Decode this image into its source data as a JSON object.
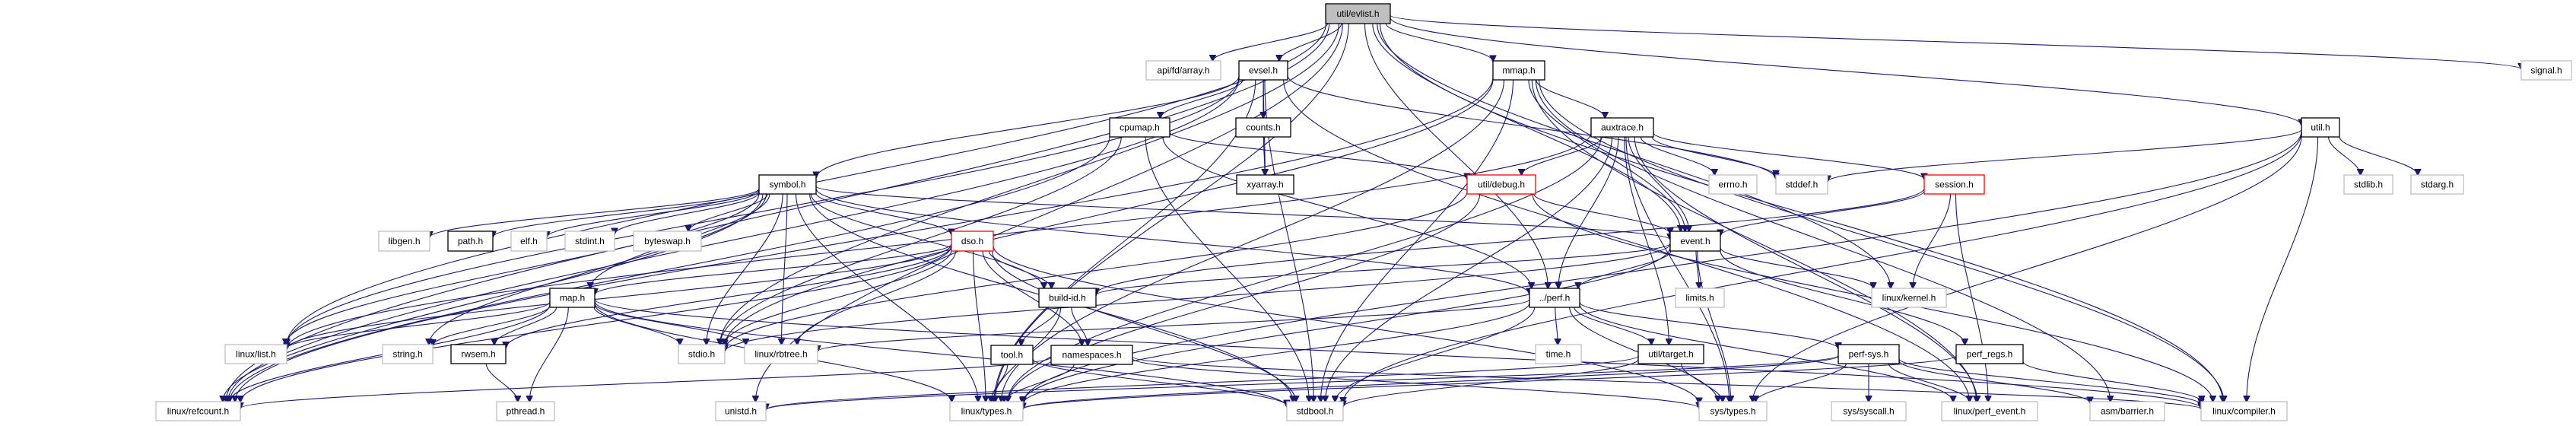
{
  "graph": {
    "title": "util/evlist.h",
    "type": "include-dependency-graph",
    "colors": {
      "edge": "#191970",
      "root_fill": "#bfbfbf",
      "documented_border": "#000000",
      "undocumented_border": "#bfbfbf",
      "truncated_border": "#ff0000"
    },
    "nodes": [
      {
        "id": "evlist",
        "label": "util/evlist.h",
        "kind": "root"
      },
      {
        "id": "fdarray",
        "label": "api/fd/array.h",
        "kind": "external"
      },
      {
        "id": "evsel",
        "label": "evsel.h",
        "kind": "documented"
      },
      {
        "id": "mmap",
        "label": "mmap.h",
        "kind": "documented"
      },
      {
        "id": "signal",
        "label": "signal.h",
        "kind": "external"
      },
      {
        "id": "cpumap",
        "label": "cpumap.h",
        "kind": "documented"
      },
      {
        "id": "counts",
        "label": "counts.h",
        "kind": "documented"
      },
      {
        "id": "auxtrace",
        "label": "auxtrace.h",
        "kind": "documented"
      },
      {
        "id": "util",
        "label": "util.h",
        "kind": "documented"
      },
      {
        "id": "symbol",
        "label": "symbol.h",
        "kind": "documented"
      },
      {
        "id": "xyarray",
        "label": "xyarray.h",
        "kind": "documented"
      },
      {
        "id": "debug",
        "label": "util/debug.h",
        "kind": "truncated"
      },
      {
        "id": "errno",
        "label": "errno.h",
        "kind": "external"
      },
      {
        "id": "stddef",
        "label": "stddef.h",
        "kind": "external"
      },
      {
        "id": "session",
        "label": "session.h",
        "kind": "truncated"
      },
      {
        "id": "stdlib",
        "label": "stdlib.h",
        "kind": "external"
      },
      {
        "id": "stdarg",
        "label": "stdarg.h",
        "kind": "external"
      },
      {
        "id": "libgen",
        "label": "libgen.h",
        "kind": "external"
      },
      {
        "id": "path",
        "label": "path.h",
        "kind": "documented"
      },
      {
        "id": "elf",
        "label": "elf.h",
        "kind": "external"
      },
      {
        "id": "stdint",
        "label": "stdint.h",
        "kind": "external"
      },
      {
        "id": "byteswap",
        "label": "byteswap.h",
        "kind": "external"
      },
      {
        "id": "dso",
        "label": "dso.h",
        "kind": "truncated"
      },
      {
        "id": "event",
        "label": "event.h",
        "kind": "documented"
      },
      {
        "id": "map",
        "label": "map.h",
        "kind": "documented"
      },
      {
        "id": "buildid",
        "label": "build-id.h",
        "kind": "documented"
      },
      {
        "id": "perf",
        "label": "../perf.h",
        "kind": "documented"
      },
      {
        "id": "limits",
        "label": "limits.h",
        "kind": "external"
      },
      {
        "id": "kernel",
        "label": "linux/kernel.h",
        "kind": "external"
      },
      {
        "id": "list",
        "label": "linux/list.h",
        "kind": "external"
      },
      {
        "id": "string",
        "label": "string.h",
        "kind": "external"
      },
      {
        "id": "rwsem",
        "label": "rwsem.h",
        "kind": "documented"
      },
      {
        "id": "stdio",
        "label": "stdio.h",
        "kind": "external"
      },
      {
        "id": "rbtree",
        "label": "linux/rbtree.h",
        "kind": "external"
      },
      {
        "id": "tool",
        "label": "tool.h",
        "kind": "documented"
      },
      {
        "id": "namespaces",
        "label": "namespaces.h",
        "kind": "documented"
      },
      {
        "id": "time",
        "label": "time.h",
        "kind": "external"
      },
      {
        "id": "target",
        "label": "util/target.h",
        "kind": "documented"
      },
      {
        "id": "perfsys",
        "label": "perf-sys.h",
        "kind": "documented"
      },
      {
        "id": "perfregs",
        "label": "perf_regs.h",
        "kind": "documented"
      },
      {
        "id": "refcount",
        "label": "linux/refcount.h",
        "kind": "external"
      },
      {
        "id": "pthread",
        "label": "pthread.h",
        "kind": "external"
      },
      {
        "id": "unistd",
        "label": "unistd.h",
        "kind": "external"
      },
      {
        "id": "types",
        "label": "linux/types.h",
        "kind": "external"
      },
      {
        "id": "stdbool",
        "label": "stdbool.h",
        "kind": "external"
      },
      {
        "id": "systypes",
        "label": "sys/types.h",
        "kind": "external"
      },
      {
        "id": "syscall",
        "label": "sys/syscall.h",
        "kind": "external"
      },
      {
        "id": "perfevent",
        "label": "linux/perf_event.h",
        "kind": "external"
      },
      {
        "id": "barrier",
        "label": "asm/barrier.h",
        "kind": "external"
      },
      {
        "id": "compiler",
        "label": "linux/compiler.h",
        "kind": "external"
      }
    ],
    "edges": [
      [
        "evlist",
        "fdarray"
      ],
      [
        "evlist",
        "evsel"
      ],
      [
        "evlist",
        "mmap"
      ],
      [
        "evlist",
        "signal"
      ],
      [
        "evlist",
        "util"
      ],
      [
        "evlist",
        "list"
      ],
      [
        "evlist",
        "refcount"
      ],
      [
        "evlist",
        "stdio"
      ],
      [
        "evlist",
        "perf"
      ],
      [
        "evlist",
        "event"
      ],
      [
        "evlist",
        "kernel"
      ],
      [
        "evlist",
        "compiler"
      ],
      [
        "evlist",
        "unistd"
      ],
      [
        "evlist",
        "types"
      ],
      [
        "evsel",
        "cpumap"
      ],
      [
        "evsel",
        "counts"
      ],
      [
        "evsel",
        "xyarray"
      ],
      [
        "evsel",
        "symbol"
      ],
      [
        "evsel",
        "stdbool"
      ],
      [
        "evsel",
        "stddef"
      ],
      [
        "evsel",
        "perfevent"
      ],
      [
        "evsel",
        "types"
      ],
      [
        "evsel",
        "list"
      ],
      [
        "evsel",
        "refcount"
      ],
      [
        "mmap",
        "auxtrace"
      ],
      [
        "mmap",
        "event"
      ],
      [
        "mmap",
        "stdbool"
      ],
      [
        "mmap",
        "types"
      ],
      [
        "mmap",
        "compiler"
      ],
      [
        "mmap",
        "barrier"
      ],
      [
        "mmap",
        "refcount"
      ],
      [
        "mmap",
        "perfevent"
      ],
      [
        "mmap",
        "stdio"
      ],
      [
        "cpumap",
        "debug"
      ],
      [
        "cpumap",
        "stdio"
      ],
      [
        "cpumap",
        "stdbool"
      ],
      [
        "cpumap",
        "perf"
      ],
      [
        "cpumap",
        "refcount"
      ],
      [
        "counts",
        "xyarray"
      ],
      [
        "auxtrace",
        "debug"
      ],
      [
        "auxtrace",
        "errno"
      ],
      [
        "auxtrace",
        "stddef"
      ],
      [
        "auxtrace",
        "session"
      ],
      [
        "auxtrace",
        "event"
      ],
      [
        "auxtrace",
        "perf"
      ],
      [
        "auxtrace",
        "stdbool"
      ],
      [
        "auxtrace",
        "types"
      ],
      [
        "auxtrace",
        "perfevent"
      ],
      [
        "auxtrace",
        "list"
      ],
      [
        "auxtrace",
        "target"
      ],
      [
        "auxtrace",
        "systypes"
      ],
      [
        "util",
        "stddef"
      ],
      [
        "util",
        "stdlib"
      ],
      [
        "util",
        "stdarg"
      ],
      [
        "util",
        "compiler"
      ],
      [
        "util",
        "types"
      ],
      [
        "util",
        "stdbool"
      ],
      [
        "util",
        "systypes"
      ],
      [
        "symbol",
        "libgen"
      ],
      [
        "symbol",
        "path"
      ],
      [
        "symbol",
        "elf"
      ],
      [
        "symbol",
        "stdint"
      ],
      [
        "symbol",
        "byteswap"
      ],
      [
        "symbol",
        "dso"
      ],
      [
        "symbol",
        "map"
      ],
      [
        "symbol",
        "buildid"
      ],
      [
        "symbol",
        "event"
      ],
      [
        "symbol",
        "list"
      ],
      [
        "symbol",
        "rbtree"
      ],
      [
        "symbol",
        "stdio"
      ],
      [
        "symbol",
        "string"
      ],
      [
        "symbol",
        "types"
      ],
      [
        "symbol",
        "stdbool"
      ],
      [
        "symbol",
        "refcount"
      ],
      [
        "symbol",
        "perf"
      ],
      [
        "debug",
        "event"
      ],
      [
        "debug",
        "types"
      ],
      [
        "debug",
        "stdio"
      ],
      [
        "debug",
        "compiler"
      ],
      [
        "session",
        "event"
      ],
      [
        "session",
        "kernel"
      ],
      [
        "session",
        "perfevent"
      ],
      [
        "session",
        "buildid"
      ],
      [
        "dso",
        "map"
      ],
      [
        "dso",
        "buildid"
      ],
      [
        "dso",
        "namespaces"
      ],
      [
        "dso",
        "types"
      ],
      [
        "dso",
        "stdbool"
      ],
      [
        "dso",
        "rbtree"
      ],
      [
        "dso",
        "stdio"
      ],
      [
        "dso",
        "refcount"
      ],
      [
        "dso",
        "systypes"
      ],
      [
        "dso",
        "rwsem"
      ],
      [
        "dso",
        "list"
      ],
      [
        "event",
        "perf"
      ],
      [
        "event",
        "limits"
      ],
      [
        "event",
        "kernel"
      ],
      [
        "event",
        "perfregs"
      ],
      [
        "event",
        "stdio"
      ],
      [
        "event",
        "buildid"
      ],
      [
        "event",
        "types"
      ],
      [
        "event",
        "systypes"
      ],
      [
        "map",
        "list"
      ],
      [
        "map",
        "string"
      ],
      [
        "map",
        "rwsem"
      ],
      [
        "map",
        "stdio"
      ],
      [
        "map",
        "rbtree"
      ],
      [
        "map",
        "refcount"
      ],
      [
        "map",
        "pthread"
      ],
      [
        "map",
        "types"
      ],
      [
        "map",
        "stdbool"
      ],
      [
        "map",
        "compiler"
      ],
      [
        "buildid",
        "tool"
      ],
      [
        "buildid",
        "namespaces"
      ],
      [
        "buildid",
        "types"
      ],
      [
        "perf",
        "time"
      ],
      [
        "perf",
        "target"
      ],
      [
        "perf",
        "perfsys"
      ],
      [
        "perf",
        "stdbool"
      ],
      [
        "perf",
        "types"
      ],
      [
        "perf",
        "perfevent"
      ],
      [
        "perf",
        "rbtree"
      ],
      [
        "perf",
        "systypes"
      ],
      [
        "rwsem",
        "pthread"
      ],
      [
        "tool",
        "types"
      ],
      [
        "tool",
        "stdbool"
      ],
      [
        "namespaces",
        "types"
      ],
      [
        "namespaces",
        "refcount"
      ],
      [
        "namespaces",
        "systypes"
      ],
      [
        "namespaces",
        "compiler"
      ],
      [
        "target",
        "stdbool"
      ],
      [
        "target",
        "systypes"
      ],
      [
        "target",
        "unistd"
      ],
      [
        "perfsys",
        "systypes"
      ],
      [
        "perfsys",
        "syscall"
      ],
      [
        "perfsys",
        "perfevent"
      ],
      [
        "perfsys",
        "barrier"
      ],
      [
        "perfsys",
        "compiler"
      ],
      [
        "perfsys",
        "types"
      ],
      [
        "perfsys",
        "unistd"
      ],
      [
        "perfregs",
        "types"
      ],
      [
        "perfregs",
        "compiler"
      ]
    ]
  }
}
